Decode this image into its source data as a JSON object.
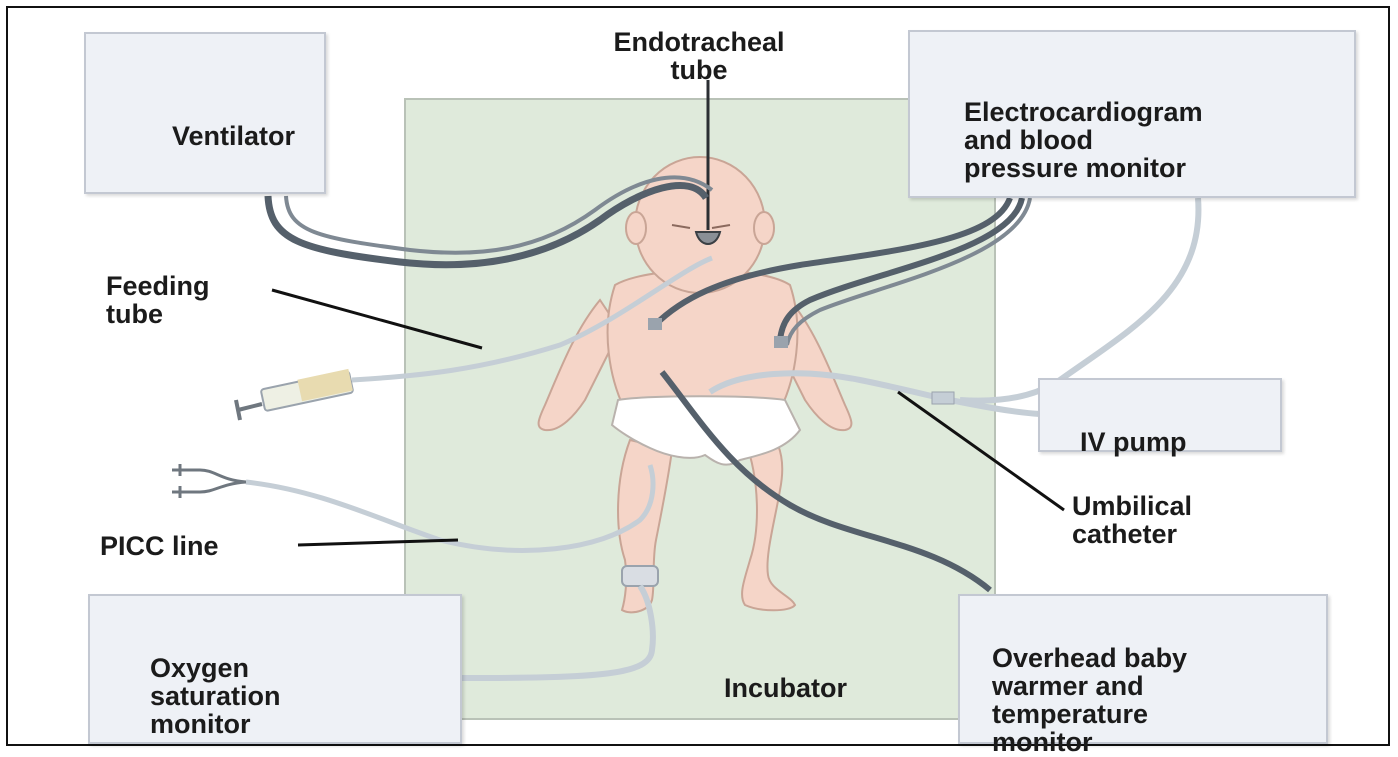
{
  "boxes": {
    "ventilator": "Ventilator",
    "ecg_monitor": "Electrocardiogram\nand blood\npressure monitor",
    "iv_pump": "IV pump",
    "oxygen_monitor": "Oxygen\nsaturation\nmonitor",
    "warmer_monitor": "Overhead baby\nwarmer and\ntemperature\nmonitor"
  },
  "labels": {
    "endotracheal_tube": "Endotracheal\ntube",
    "feeding_tube": "Feeding\ntube",
    "picc_line": "PICC line",
    "umbilical_catheter": "Umbilical\ncatheter",
    "incubator": "Incubator"
  },
  "colors": {
    "incubator_fill": "#dfeadb",
    "box_fill": "#eef1f6",
    "skin": "#f5d5c8",
    "dark_tube": "#55606b",
    "light_tube": "#c5ced6"
  }
}
